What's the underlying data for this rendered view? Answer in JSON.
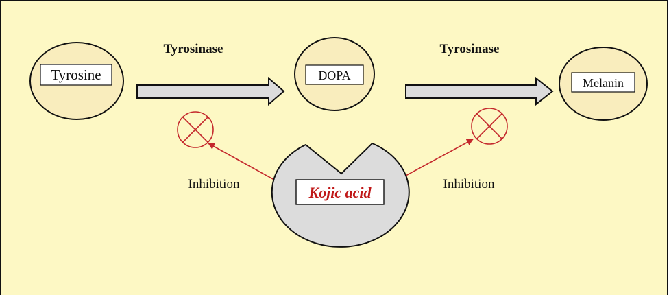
{
  "diagram": {
    "nodes": {
      "tyrosine": "Tyrosine",
      "dopa": "DOPA",
      "melanin": "Melanin"
    },
    "enzyme_labels": {
      "left": "Tyrosinase",
      "right": "Tyrosinase"
    },
    "inhibitor": "Kojic acid",
    "inhibition_labels": {
      "left": "Inhibition",
      "right": "Inhibition"
    },
    "colors": {
      "background": "#fdf8c4",
      "node_fill": "#f9edbd",
      "arrow_fill": "#dcdcdc",
      "inhibitor_fill": "#dcdcdc",
      "inhibition_red": "#c4282c",
      "inhibitor_text": "#c01818"
    }
  }
}
